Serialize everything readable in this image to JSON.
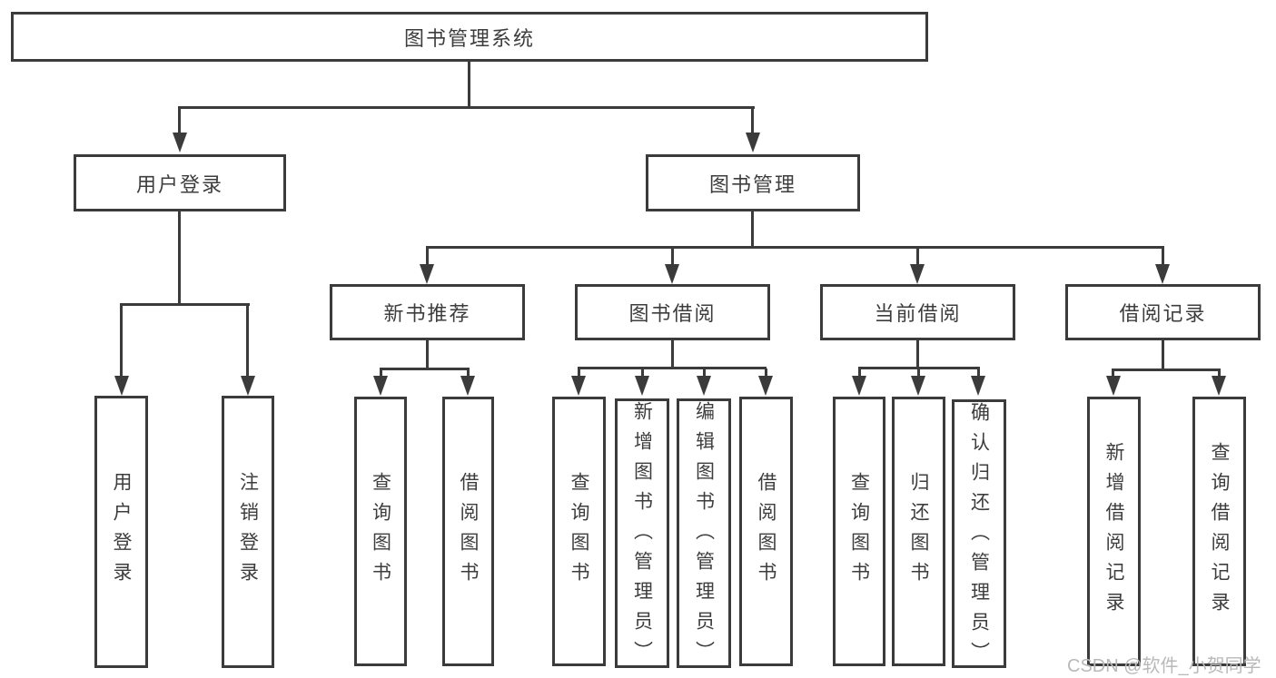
{
  "tree": {
    "root": {
      "label": "图书管理系统"
    },
    "branches": [
      {
        "label": "用户登录",
        "children": [
          {
            "label": "用户登录"
          },
          {
            "label": "注销登录"
          }
        ]
      },
      {
        "label": "图书管理",
        "children": [
          {
            "label": "新书推荐",
            "children": [
              {
                "label": "查询图书"
              },
              {
                "label": "借阅图书"
              }
            ]
          },
          {
            "label": "图书借阅",
            "children": [
              {
                "label": "查询图书"
              },
              {
                "label": "新增图书（管理员）"
              },
              {
                "label": "编辑图书（管理员）"
              },
              {
                "label": "借阅图书"
              }
            ]
          },
          {
            "label": "当前借阅",
            "children": [
              {
                "label": "查询图书"
              },
              {
                "label": "归还图书"
              },
              {
                "label": "确认归还（管理员）"
              }
            ]
          },
          {
            "label": "借阅记录",
            "children": [
              {
                "label": "新增借阅记录"
              },
              {
                "label": "查询借阅记录"
              }
            ]
          }
        ]
      }
    ]
  },
  "watermark": {
    "text": "CSDN @软件_小贺同学"
  },
  "colors": {
    "line": "#3b3b3b",
    "text": "#3d3d3d",
    "watermark": "#b9b9b9",
    "background": "#ffffff"
  }
}
